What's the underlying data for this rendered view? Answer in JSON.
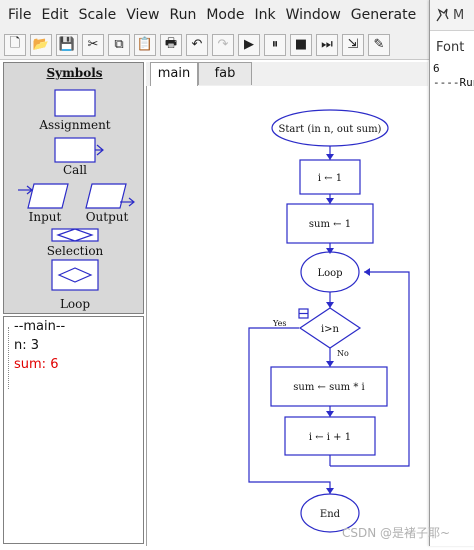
{
  "menubar": {
    "items": [
      "File",
      "Edit",
      "Scale",
      "View",
      "Run",
      "Mode",
      "Ink",
      "Window",
      "Generate"
    ]
  },
  "toolbar": {
    "buttons": [
      {
        "name": "new-icon",
        "glyph": "🗋"
      },
      {
        "name": "open-icon",
        "glyph": "📂"
      },
      {
        "name": "save-icon",
        "glyph": "💾"
      },
      {
        "name": "cut-icon",
        "glyph": "✂"
      },
      {
        "name": "copy-icon",
        "glyph": "⧉"
      },
      {
        "name": "paste-icon",
        "glyph": "📋"
      },
      {
        "name": "print-icon",
        "glyph": "🖶"
      },
      {
        "name": "undo-icon",
        "glyph": "↶"
      },
      {
        "name": "redo-icon",
        "glyph": "↷"
      },
      {
        "name": "run-icon",
        "glyph": "▶"
      },
      {
        "name": "pause-icon",
        "glyph": "⏸"
      },
      {
        "name": "stop-icon",
        "glyph": "■"
      },
      {
        "name": "step-icon",
        "glyph": "⏭"
      },
      {
        "name": "step-into-icon",
        "glyph": "⇲"
      },
      {
        "name": "pen-icon",
        "glyph": "✎"
      }
    ]
  },
  "symbols_panel": {
    "title": "Symbols",
    "items": [
      "Assignment",
      "Call",
      "Input",
      "Output",
      "Selection",
      "Loop"
    ]
  },
  "variables": {
    "header": "--main--",
    "lines": [
      {
        "text": "n: 3",
        "changed": false
      },
      {
        "text": "sum: 6",
        "changed": true
      }
    ]
  },
  "tabs": [
    {
      "label": "main",
      "active": true
    },
    {
      "label": "fab",
      "active": false
    }
  ],
  "flowchart": {
    "start": "Start (in n, out sum)",
    "assign_i": "i ← 1",
    "assign_sum": "sum ← 1",
    "loop": "Loop",
    "condition": "i>n",
    "yes": "Yes",
    "no": "No",
    "multiply": "sum ← sum * i",
    "increment": "i ← i + 1",
    "end": "End"
  },
  "console": {
    "title": "M",
    "font_label": "Font",
    "output_lines": [
      "6",
      "----Run"
    ]
  },
  "watermark": "CSDN @是褚子耶~",
  "colors": {
    "flow_blue": "#2b2bc8",
    "changed_red": "#e00000",
    "panel_gray": "#d8d8d8"
  }
}
